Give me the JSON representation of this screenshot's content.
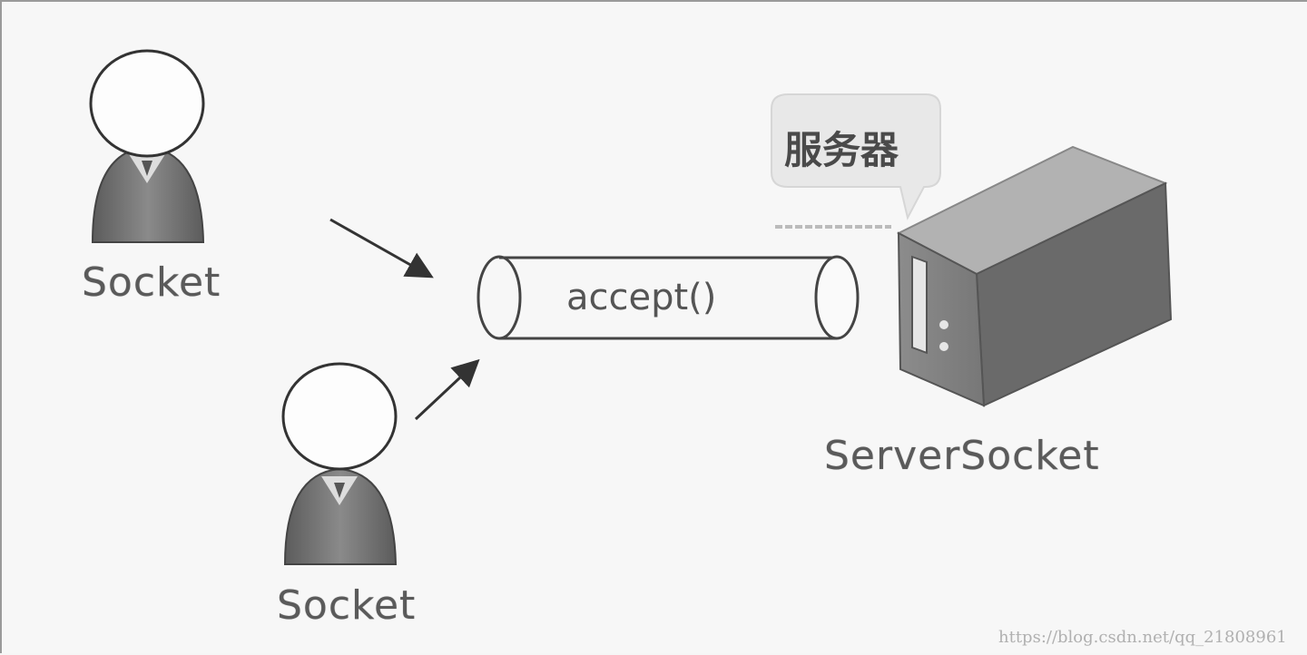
{
  "clients": [
    {
      "label": "Socket"
    },
    {
      "label": "Socket"
    }
  ],
  "pipe": {
    "label": "accept()"
  },
  "server": {
    "label": "ServerSocket",
    "bubble": "服务器"
  },
  "watermark": "https://blog.csdn.net/qq_21808961",
  "colors": {
    "figure_dark": "#6f6f6f",
    "figure_light": "#ffffff",
    "server_dark": "#666666",
    "text": "#5a5a5a"
  }
}
